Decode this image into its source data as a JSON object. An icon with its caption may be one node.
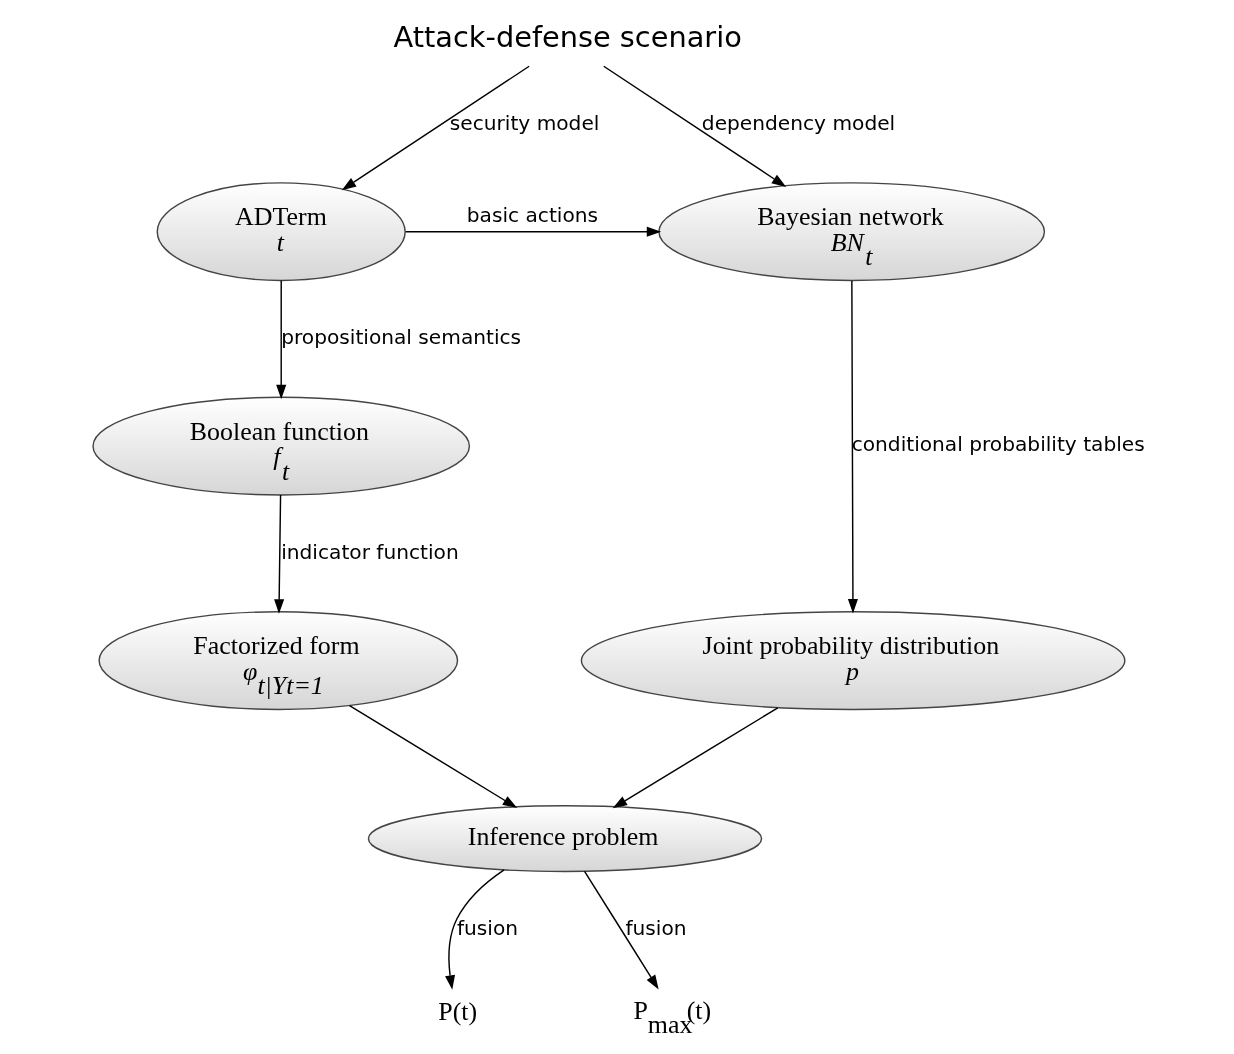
{
  "diagram": {
    "nodes": [
      {
        "text": [
          "Attack-defense scenario"
        ]
      },
      {
        "text": [
          "ADTerm",
          "t"
        ]
      },
      {
        "text": [
          "Bayesian network",
          "BN$_{t}$"
        ]
      },
      {
        "text": [
          "Boolean function",
          "f$_{t}$"
        ]
      },
      {
        "text": [
          "Factorized form",
          "φ$_{t|Yt=1}$"
        ]
      },
      {
        "text": [
          "Joint probability distribution",
          "p"
        ]
      },
      {
        "text": [
          "Inference problem"
        ]
      },
      {
        "text": [
          "P(t)"
        ]
      },
      {
        "text": [
          "P$_{max}$(t)"
        ]
      }
    ],
    "edges": [
      {
        "from": 0,
        "to": 1,
        "arrow": "to",
        "label": "security model"
      },
      {
        "from": 0,
        "to": 2,
        "arrow": "to",
        "label": "dependency model"
      },
      {
        "from": 1,
        "to": 2,
        "arrow": "to",
        "label": "basic actions"
      },
      {
        "from": 1,
        "to": 3,
        "arrow": "to",
        "label": "propositional semantics"
      },
      {
        "from": 3,
        "to": 4,
        "arrow": "to",
        "label": "indicator function"
      },
      {
        "from": 2,
        "to": 5,
        "arrow": "to",
        "label": "conditional probability tables"
      },
      {
        "from": 4,
        "to": 6,
        "arrow": "to"
      },
      {
        "from": 5,
        "to": 6,
        "arrow": "to"
      },
      {
        "from": 6,
        "to": 7,
        "arrow": "to",
        "label": "fusion"
      },
      {
        "from": 6,
        "to": 8,
        "arrow": "to",
        "label": "fusion"
      }
    ]
  }
}
